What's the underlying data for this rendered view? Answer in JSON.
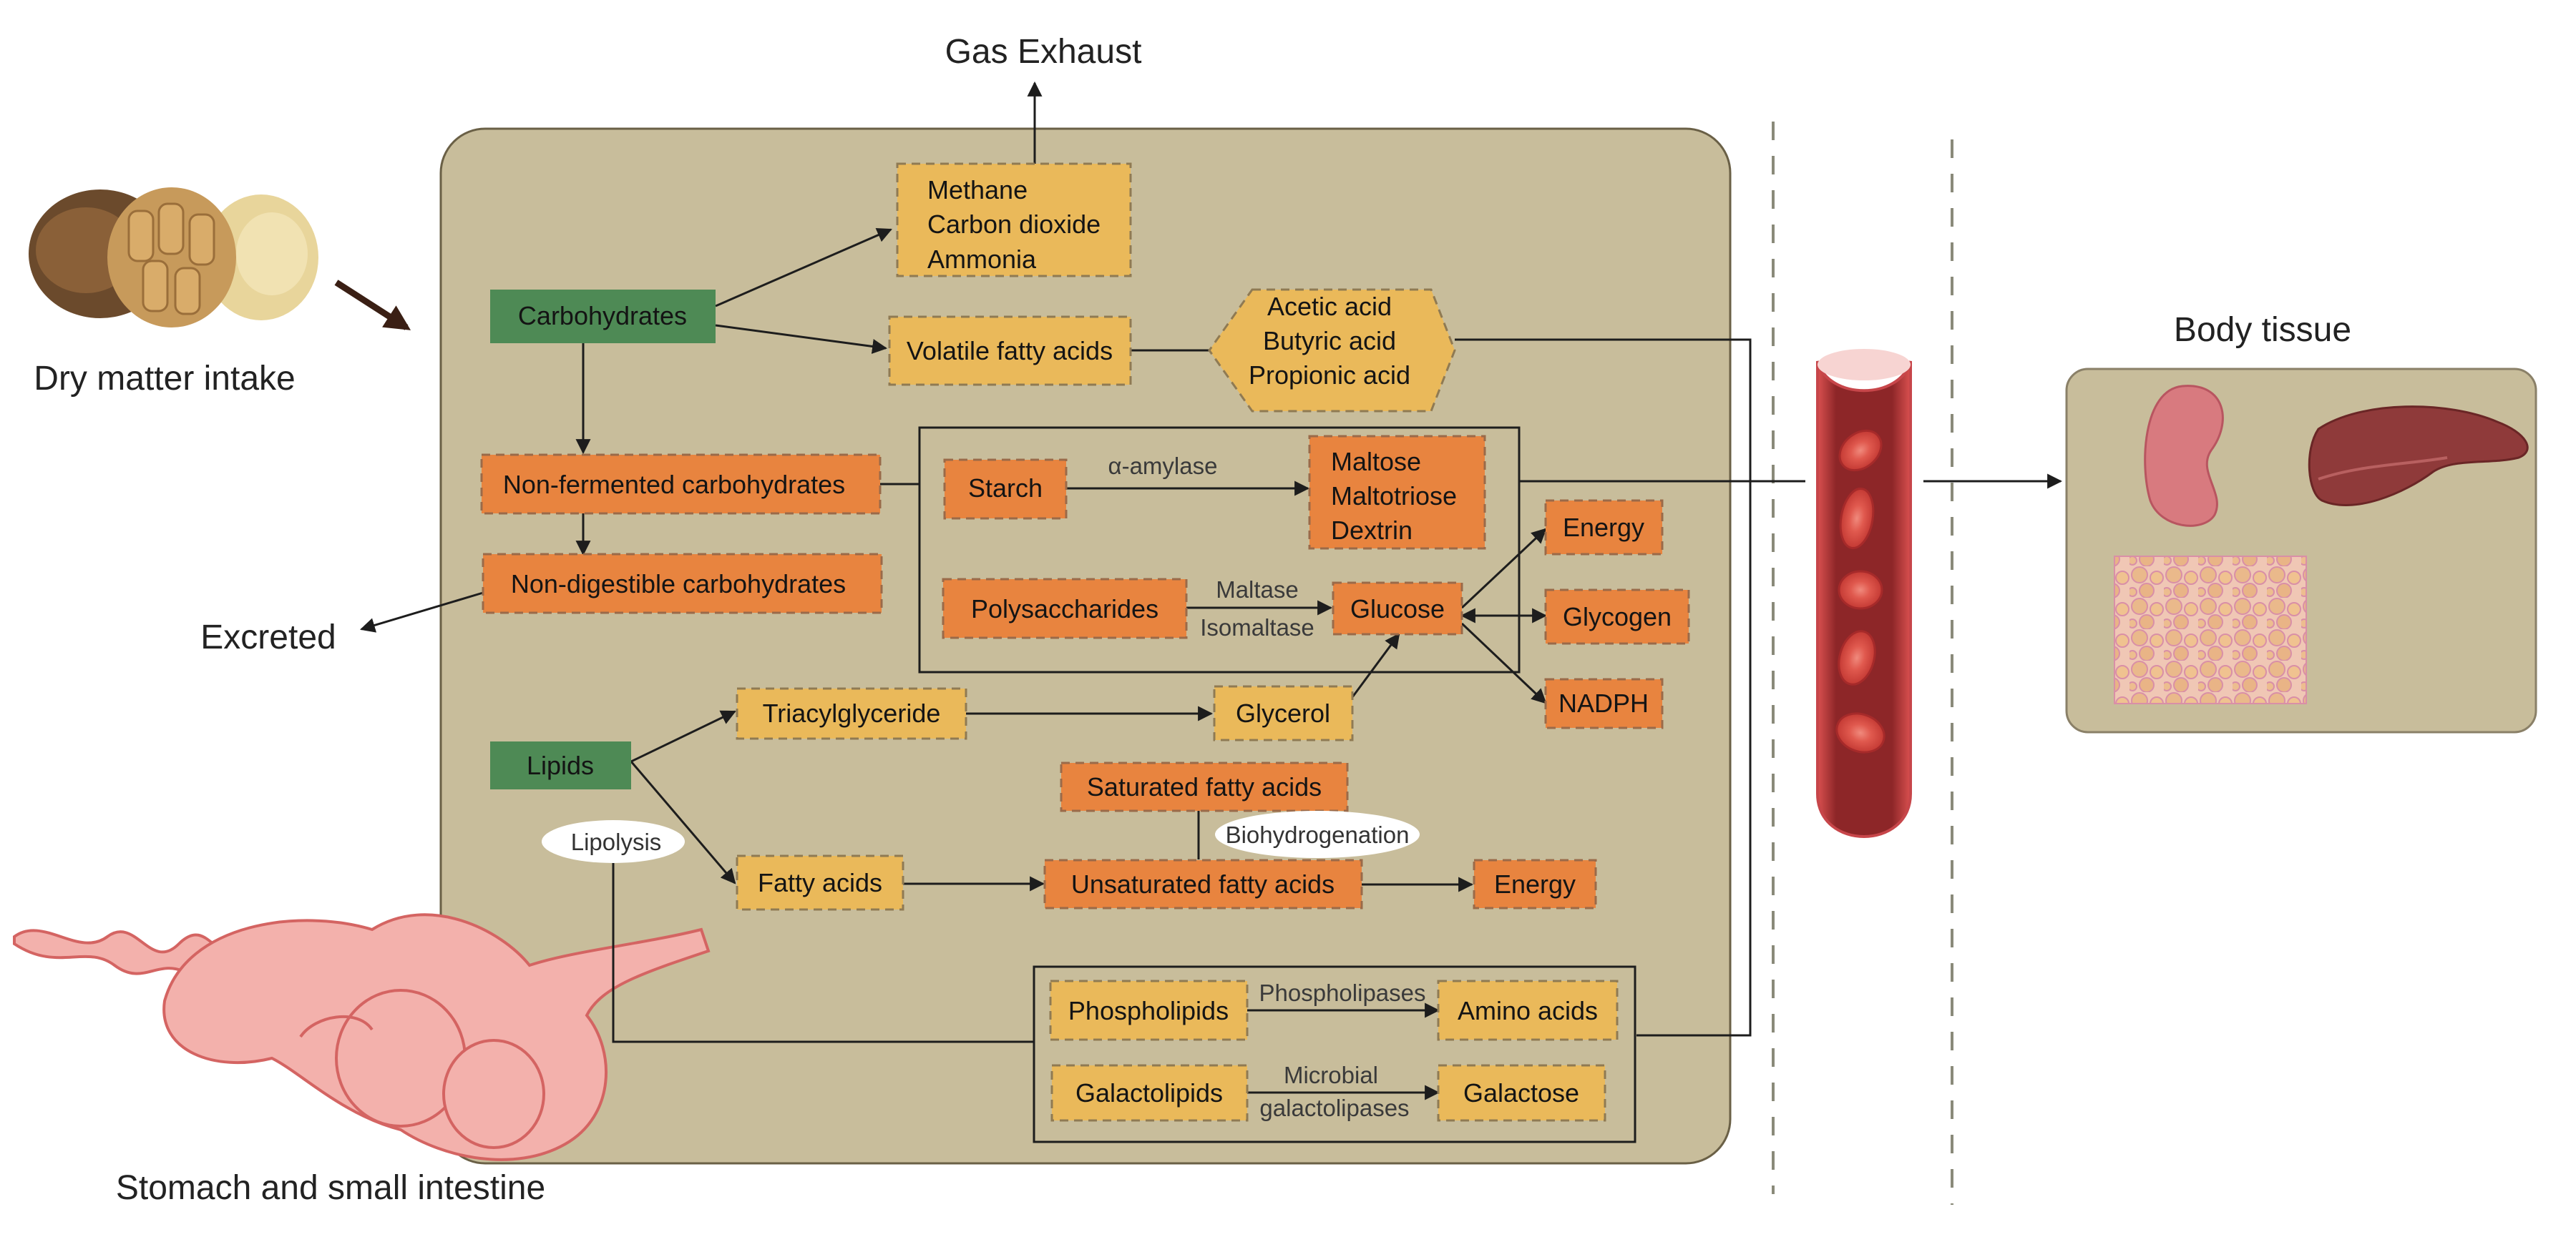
{
  "colors": {
    "panel": "#c8bd9b",
    "green": "#4e8a55",
    "orange": "#e8843f",
    "yellow": "#eab95a",
    "blood": "#b93a3e"
  },
  "labels": {
    "gas_exhaust": "Gas Exhaust",
    "dry_matter": "Dry matter intake",
    "excreted": "Excreted",
    "stomach": "Stomach and small intestine",
    "body_tissue": "Body tissue"
  },
  "gas": [
    "Methane",
    "Carbon dioxide",
    "Ammonia"
  ],
  "vfa_acids": [
    "Acetic acid",
    "Butyric acid",
    "Propionic acid"
  ],
  "maltose": [
    "Maltose",
    "Maltotriose",
    "Dextrin"
  ],
  "nodes": {
    "carbohydrates": "Carbohydrates",
    "vfa": "Volatile fatty acids",
    "nonfermented": "Non-fermented carbohydrates",
    "nondigestible": "Non-digestible carbohydrates",
    "starch": "Starch",
    "polysaccharides": "Polysaccharides",
    "glucose": "Glucose",
    "energy1": "Energy",
    "glycogen": "Glycogen",
    "nadph": "NADPH",
    "lipids": "Lipids",
    "triacyl": "Triacylglyceride",
    "glycerol": "Glycerol",
    "saturated": "Saturated fatty acids",
    "fatty": "Fatty acids",
    "unsaturated": "Unsaturated fatty acids",
    "energy2": "Energy",
    "phospholipids": "Phospholipids",
    "amino": "Amino acids",
    "galactolipids": "Galactolipids",
    "galactose": "Galactose"
  },
  "edge_labels": {
    "amylase": "α-amylase",
    "maltase": "Maltase",
    "isomaltase": "Isomaltase",
    "biohydrogenation": "Biohydrogenation",
    "lipolysis": "Lipolysis",
    "phospholipases": "Phospholipases",
    "microbial": "Microbial",
    "galactolipases": "galactolipases"
  }
}
